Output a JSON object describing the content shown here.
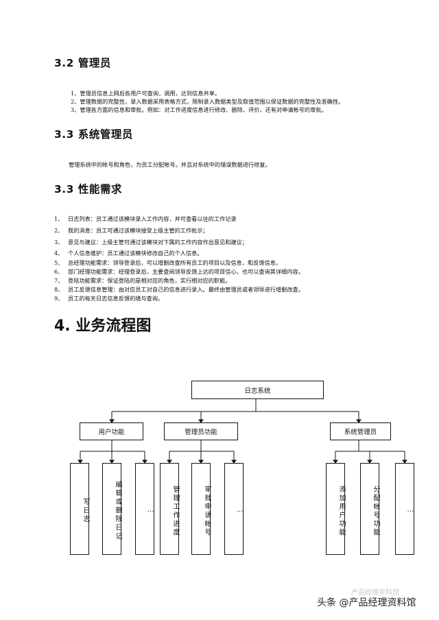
{
  "sections": {
    "admin": {
      "heading": "3.2 管理员",
      "items": [
        "1、管理员信息上网后各用户可查询，调用，达到信息共享。",
        "2、管理数据的完整性，录入数据采用表格方式，限制录入数据类型及取值范围以保证数据的完整性及准确性。",
        "3、管理各方面的信息和审批。例如：对工作进度信息进行修改、删除、评价，还有对申请帐号的审批。"
      ]
    },
    "sysadmin": {
      "heading": "3.3 系统管理员",
      "text": "管理系统中的帐号和角色，为员工分配帐号。并且对系统中的错误数据进行修复。"
    },
    "performance": {
      "heading": "3.3 性能需求",
      "items": [
        {
          "num": "1、",
          "text": "日志列表：员工通过该模块录入工作内容，并可查看以往的工作记录"
        },
        {
          "num": "2、",
          "text": "我的消息：员工可通过该模块接受上级主管的工作批示；"
        },
        {
          "num": "3、",
          "text": "意见与建议：上级主管可通过该模块对下属的工作内容作出意见和建议；"
        },
        {
          "num": "4、",
          "text": "个人信息维护：员工通过该模块修改自己的个人信息。"
        },
        {
          "num": "5、",
          "text": "总经理功能需求：领导登录后，可以增删改查所有员工的项目以及信息，和反馈信息。"
        },
        {
          "num": "6、",
          "text": "部门经理功能需求：经理登录后，主要查阅领导反馈上达的项目信心，也可以查询其详细内容。"
        },
        {
          "num": "7、",
          "text": "登陆功能需求：保证登陆的是相对应的角色，实行相对应的职能。"
        },
        {
          "num": "8、",
          "text": "员工反馈信息管理：由对应员工对自己的信息进行录入。最终由管理员或者领导进行增删改查。"
        },
        {
          "num": "9、",
          "text": "员工的每天日志信息反馈的填与查询。"
        }
      ]
    },
    "flow": {
      "heading": "4. 业务流程图",
      "root": "日志系统",
      "groups": [
        {
          "label": "用户功能",
          "children": [
            "写日志",
            "编辑或删除日记",
            "…"
          ]
        },
        {
          "label": "管理员功能",
          "children": [
            "管理工作进度",
            "审批申请帐号",
            "…"
          ]
        },
        {
          "label": "系统管理员",
          "children": [
            "添加用户功能",
            "分配帐号功能",
            "…"
          ]
        }
      ]
    }
  },
  "watermark": {
    "text": "头条 @产品经理资料馆",
    "ghost": "产品经理资料馆"
  }
}
